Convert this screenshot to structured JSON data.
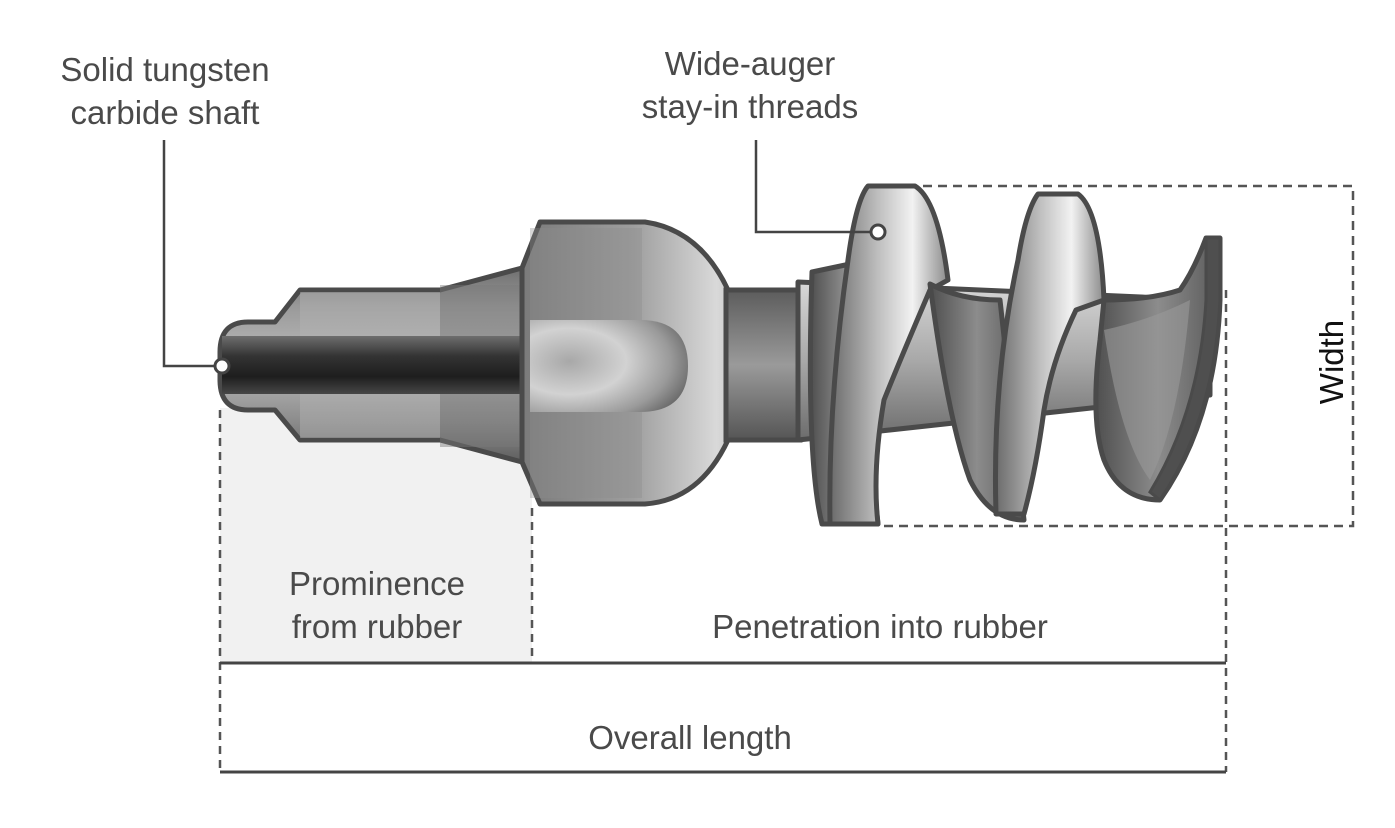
{
  "labels": {
    "shaft": [
      "Solid tungsten",
      "carbide shaft"
    ],
    "threads": [
      "Wide-auger",
      "stay-in threads"
    ],
    "prominence": [
      "Prominence",
      "from rubber"
    ],
    "penetration": "Penetration into rubber",
    "overall": "Overall length",
    "width": "Width"
  }
}
